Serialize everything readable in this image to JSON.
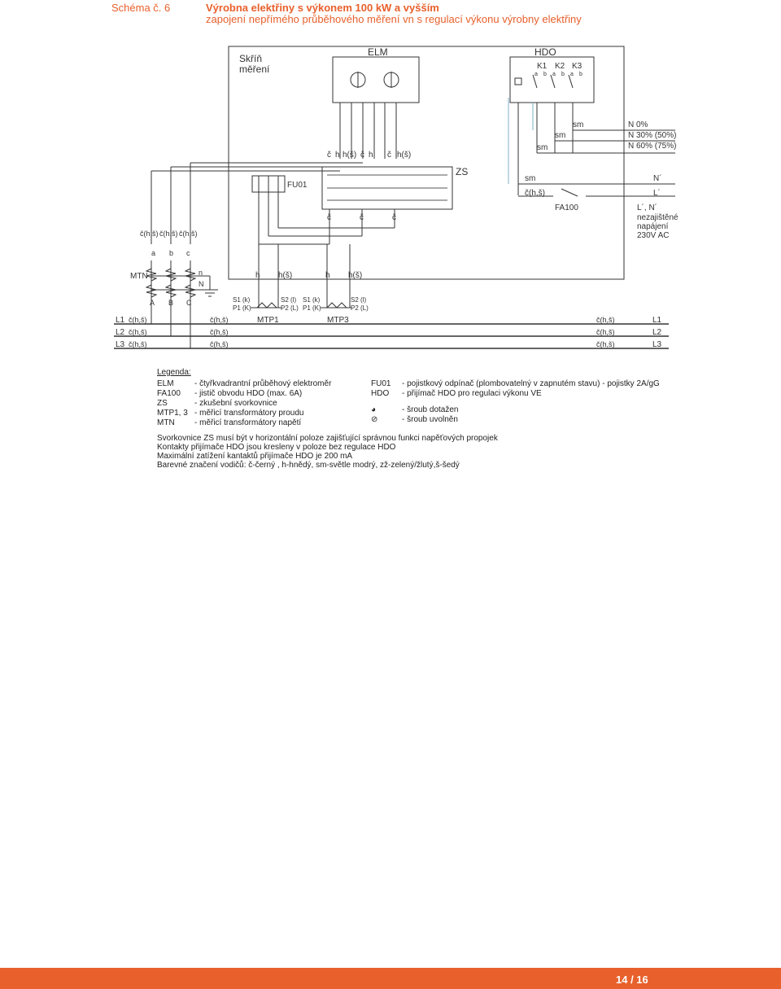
{
  "header": {
    "label": "Schéma č. 6",
    "title": "Výrobna elektřiny s výkonem 100 kW a vyšším",
    "subtitle": "zapojení nepřímého průběhového měření vn s regulací výkonu výrobny elektřiny"
  },
  "diagram": {
    "cabinet": "Skříň\nměření",
    "cabinet_l1": "Skříň",
    "cabinet_l2": "měření",
    "elm": "ELM",
    "hdo": "HDO",
    "hdo_k": [
      "K1",
      "K2",
      "K3"
    ],
    "hdo_ab": [
      "a",
      "b",
      "a",
      "b",
      "a",
      "b"
    ],
    "wire_top": [
      "č",
      "h",
      "h(š)",
      "č",
      "h",
      "č",
      "h(š)"
    ],
    "sm_labels": [
      "sm",
      "sm",
      "sm",
      "sm"
    ],
    "n_levels": [
      "N 0%",
      "N 30% (50%)",
      "N 60% (75%)"
    ],
    "fu01": "FU01",
    "zs": "ZS",
    "n_prime": "N´",
    "l_prime": "L´",
    "ch_s": "č(h,š)",
    "fa100": "FA100",
    "supply": [
      "L´, N´",
      "nezajištěné",
      "napájení",
      "230V AC"
    ],
    "c_labels": [
      "č",
      "č",
      "č"
    ],
    "left_wires": [
      "č(h,š)",
      "č(h,š)",
      "č(h,š)"
    ],
    "mtn_abc_top": [
      "a",
      "b",
      "c"
    ],
    "mtn_abc_bottom": [
      "A",
      "B",
      "C"
    ],
    "mtn": "MTN",
    "mtn_n": [
      "n",
      "N"
    ],
    "mtp_top": [
      "h",
      "h(š)",
      "h",
      "h(š)"
    ],
    "mtp_terms": [
      "S1 (k)",
      "P1 (K)",
      "S2 (l)",
      "P2 (L)",
      "S1 (k)",
      "P1 (K)",
      "S2 (l)",
      "P2 (L)"
    ],
    "mtp1": "MTP1",
    "mtp3": "MTP3",
    "phases": [
      "L1",
      "L2",
      "L3"
    ],
    "phase_wire": "č(h,š)"
  },
  "legend": {
    "title": "Legenda:",
    "left": [
      {
        "key": "ELM",
        "desc": "- čtyřkvadrantní průběhový elektroměr"
      },
      {
        "key": "FA100",
        "desc": "- jistič obvodu HDO (max. 6A)"
      },
      {
        "key": "ZS",
        "desc": "- zkušební svorkovnice"
      },
      {
        "key": "MTP1, 3",
        "desc": "- měřicí transformátory proudu"
      },
      {
        "key": "MTN",
        "desc": "- měřicí transformátory napětí"
      }
    ],
    "right": [
      {
        "key": "FU01",
        "desc": "- pojistkový odpínač (plombovatelný v zapnutém stavu) - pojistky 2A/gG"
      },
      {
        "key": "HDO",
        "desc": "- přijímač HDO pro regulaci výkonu VE"
      }
    ],
    "screw_tight": "- šroub dotažen",
    "screw_loose": "- šroub uvolněn"
  },
  "notes": [
    "Svorkovnice ZS musí být v horizontální poloze zajišťující správnou funkci napěťových propojek",
    "Kontakty přijímače HDO jsou kresleny v poloze bez regulace HDO",
    "Maximální zatížení kantaktů přijímače HDO je 200 mA",
    "Barevné značení vodičů: č-černý , h-hnědý, sm-světle modrý, zž-zelený/žlutý,š-šedý"
  ],
  "page": "14 / 16",
  "colors": {
    "accent": "#e8602c",
    "wire_sm": "#7fb0c8"
  }
}
